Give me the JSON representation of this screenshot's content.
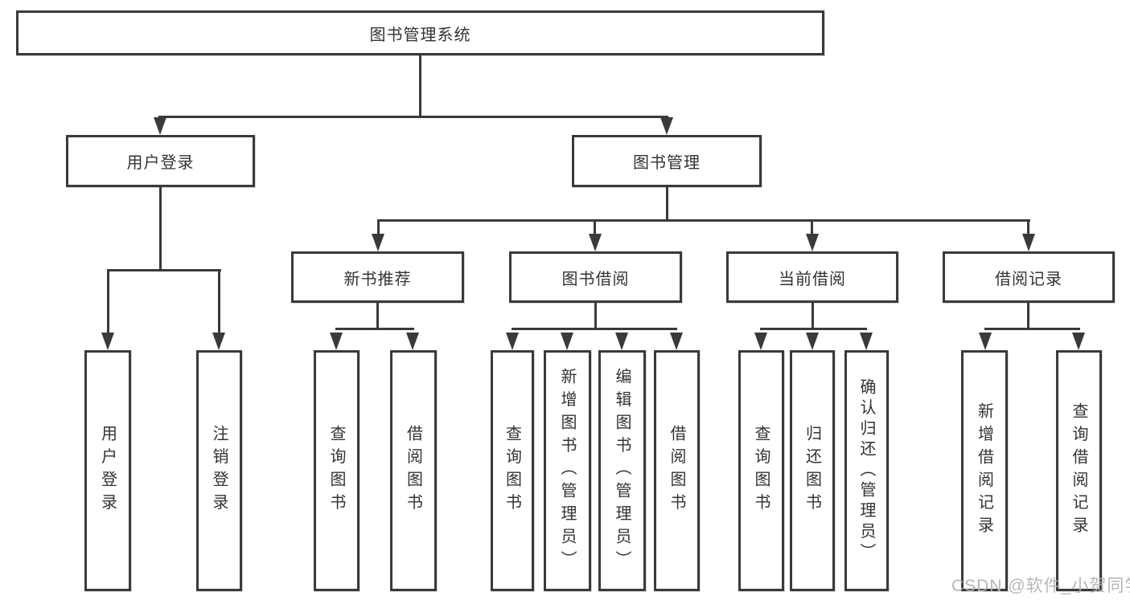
{
  "diagram": {
    "root": "图书管理系统",
    "level2": {
      "user_login": "用户登录",
      "book_mgmt": "图书管理"
    },
    "level3": {
      "new_book_rec": "新书推荐",
      "book_borrow": "图书借阅",
      "current_borrow": "当前借阅",
      "borrow_records": "借阅记录"
    },
    "leaves": {
      "login": "用户登录",
      "logout": "注销登录",
      "rec_query": "查询图书",
      "rec_borrow": "借阅图书",
      "bb_query": "查询图书",
      "bb_add": "新增图书（管理员）",
      "bb_edit": "编辑图书（管理员）",
      "bb_borrow": "借阅图书",
      "cb_query": "查询图书",
      "cb_return": "归还图书",
      "cb_confirm": "确认归还（管理员）",
      "br_add": "新增借阅记录",
      "br_query": "查询借阅记录"
    }
  },
  "watermark": "CSDN @软件_小贺同学",
  "colors": {
    "line": "#3a3a3a",
    "text": "#333333",
    "watermark": "#b2b2b2",
    "background": "#ffffff"
  }
}
